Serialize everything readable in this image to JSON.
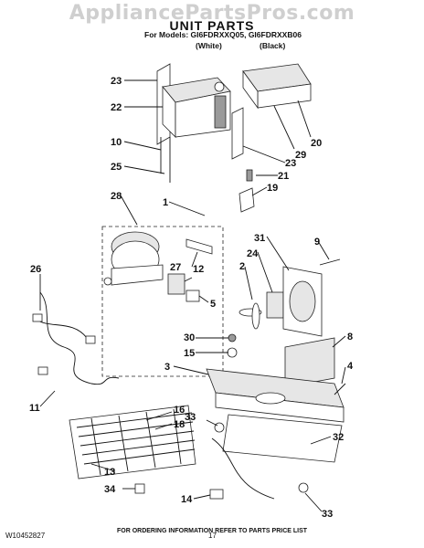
{
  "watermark": "AppliancePartsPros.com",
  "title": "UNIT PARTS",
  "models_line": "For Models: GI6FDRXXQ05, GI6FDRXXB06",
  "color_white": "(White)",
  "color_black": "(Black)",
  "callouts": [
    "23",
    "22",
    "10",
    "25",
    "28",
    "1",
    "26",
    "27",
    "12",
    "5",
    "11",
    "16",
    "18",
    "13",
    "34",
    "14",
    "33",
    "32",
    "3",
    "4",
    "8",
    "15",
    "30",
    "2",
    "24",
    "31",
    "9",
    "20",
    "29",
    "23",
    "21",
    "19",
    "33"
  ],
  "footer": "FOR ORDERING INFORMATION REFER TO PARTS PRICE LIST",
  "doc_number": "W10452827",
  "page_number": "17"
}
